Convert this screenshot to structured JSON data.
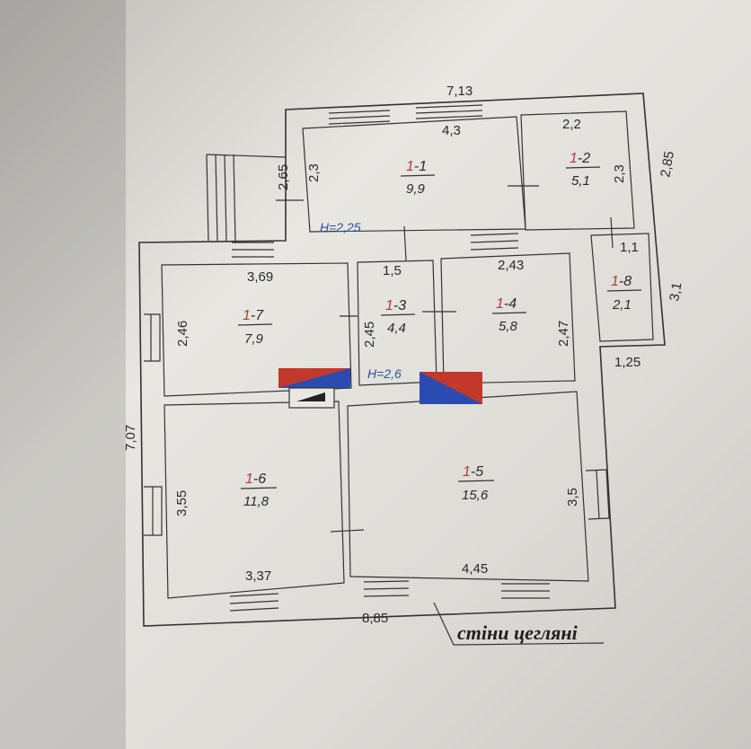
{
  "plan": {
    "overall": {
      "top_width": "7,13",
      "right_depth": "2,85",
      "left_height": "7,07",
      "bottom_width": "8,85",
      "right_lower": "3,1",
      "bottom_right": "1,25",
      "porch_height": "2,65"
    },
    "heights": {
      "h1": "H=2,25",
      "h2": "H=2,6"
    },
    "rooms": [
      {
        "id_prefix": "1",
        "id_sep": "-",
        "id_num": "1",
        "area": "9,9",
        "dim_a": "4,3",
        "dim_b": "2,3"
      },
      {
        "id_prefix": "1",
        "id_sep": "-",
        "id_num": "2",
        "area": "5,1",
        "dim_a": "2,2",
        "dim_b": "2,3"
      },
      {
        "id_prefix": "1",
        "id_sep": "-",
        "id_num": "3",
        "area": "4,4",
        "dim_a": "1,5",
        "dim_b": "2,45"
      },
      {
        "id_prefix": "1",
        "id_sep": "-",
        "id_num": "4",
        "area": "5,8",
        "dim_a": "2,43",
        "dim_b": "2,47"
      },
      {
        "id_prefix": "1",
        "id_sep": "-",
        "id_num": "5",
        "area": "15,6",
        "dim_a": "4,45",
        "dim_b": "3,5"
      },
      {
        "id_prefix": "1",
        "id_sep": "-",
        "id_num": "6",
        "area": "11,8",
        "dim_a": "3,37",
        "dim_b": "3,55"
      },
      {
        "id_prefix": "1",
        "id_sep": "-",
        "id_num": "7",
        "area": "7,9",
        "dim_a": "3,69",
        "dim_b": "2,46"
      },
      {
        "id_prefix": "1",
        "id_sep": "-",
        "id_num": "8",
        "area": "2,1",
        "dim_a": "1,1",
        "dim_b": ""
      }
    ],
    "note": "стіни цегляні",
    "colors": {
      "paper": "#e7e6e1",
      "line": "#333333",
      "id_red": "#b23a3a",
      "stove_red": "#c0392b",
      "stove_blue": "#2b4bb0",
      "height_blue": "#2e4f9e"
    }
  }
}
